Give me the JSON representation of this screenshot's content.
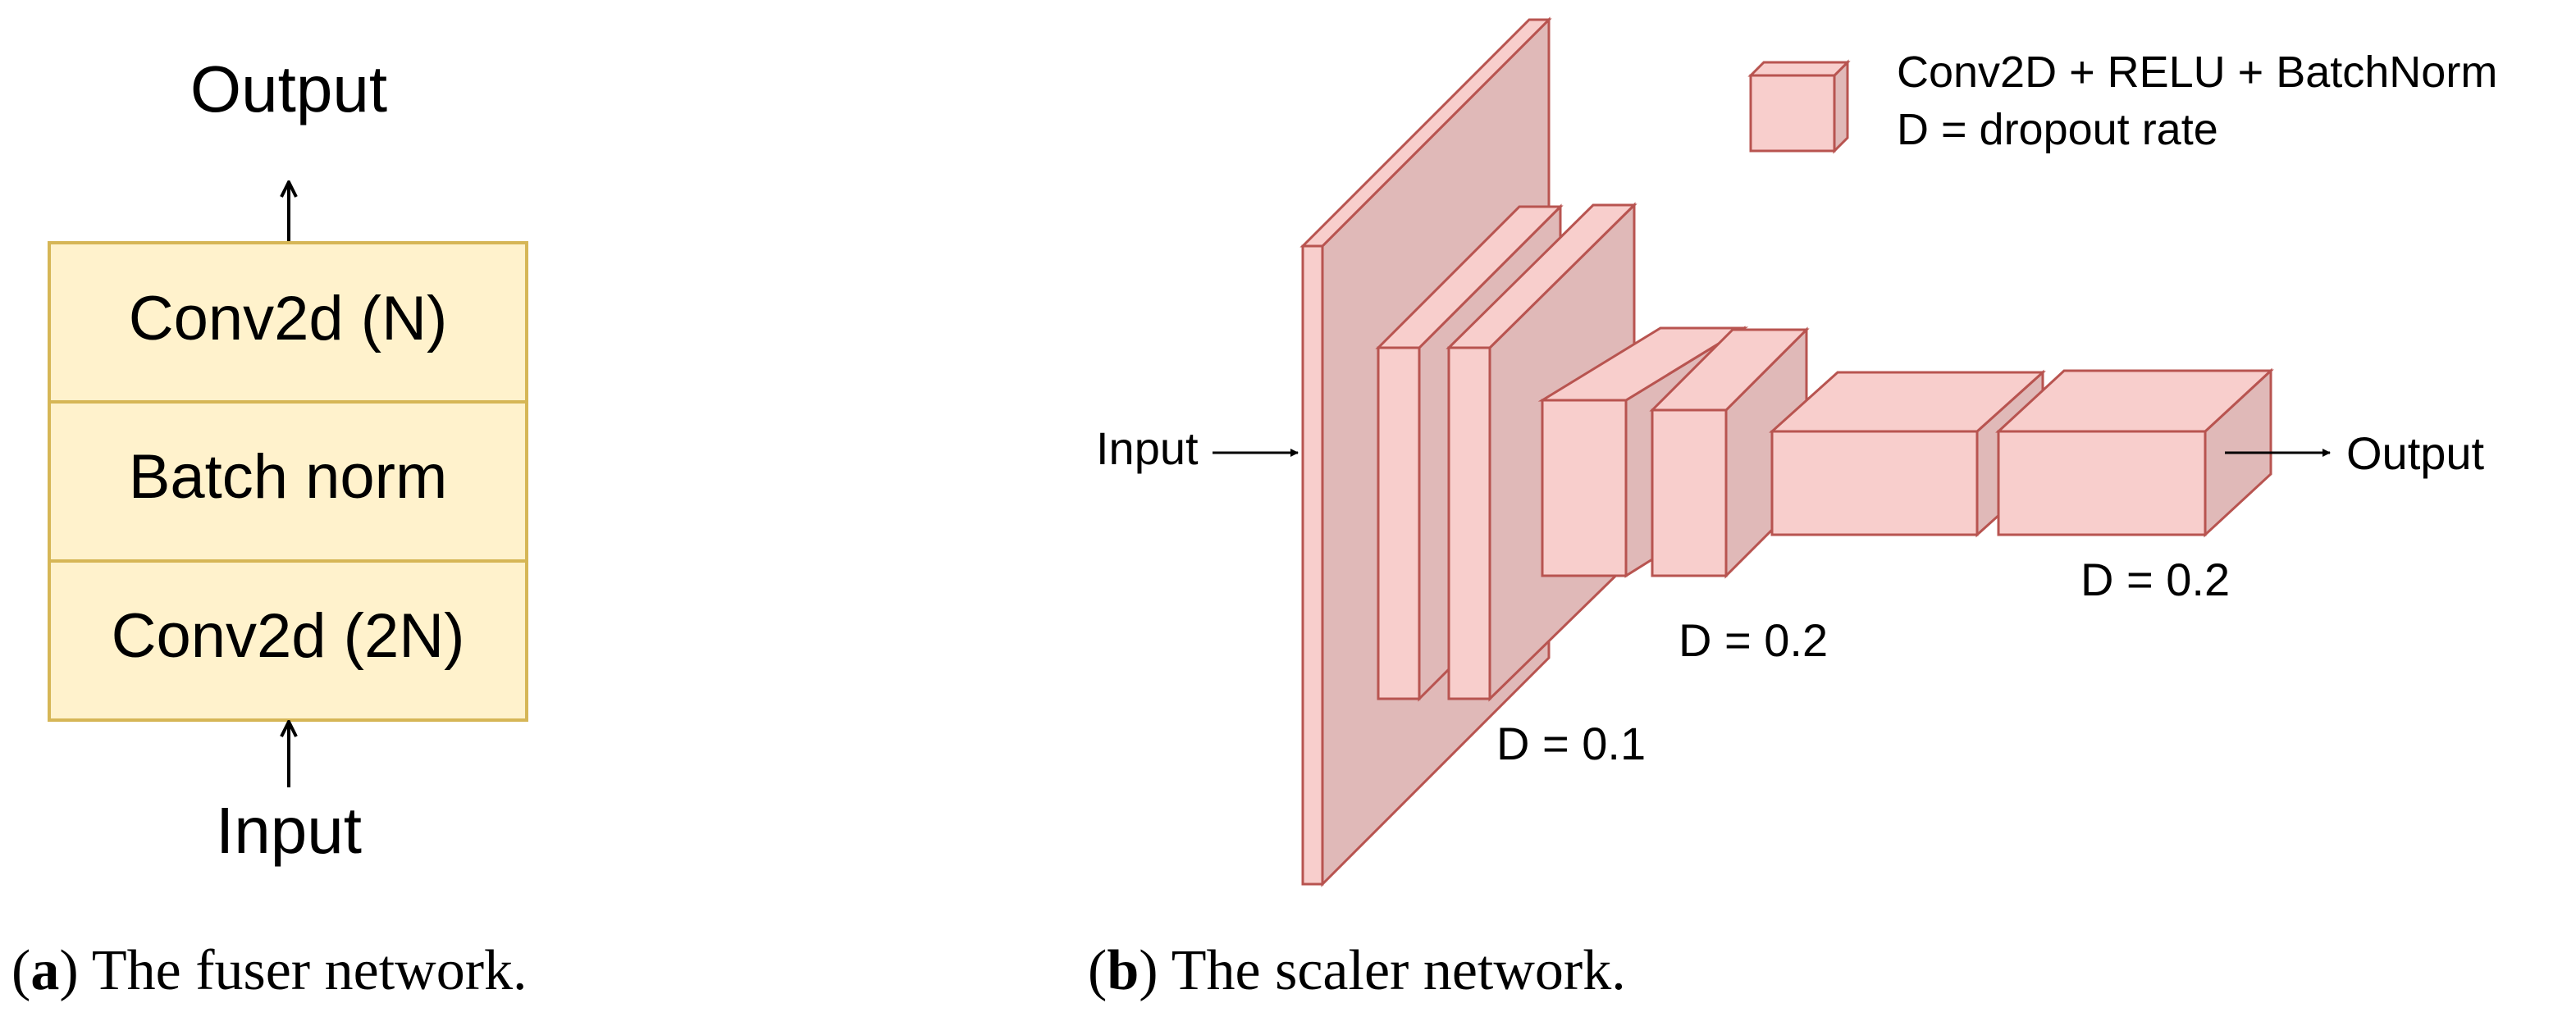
{
  "colors": {
    "fuser_fill": "#fff2cc",
    "fuser_stroke": "#d6b656",
    "block_front": "#f8cecc",
    "block_side": "#e0b9b8",
    "block_stroke": "#b85450",
    "text": "#000000"
  },
  "fuser": {
    "output_label": "Output",
    "input_label": "Input",
    "layers": [
      "Conv2d (N)",
      "Batch norm",
      "Conv2d (2N)"
    ],
    "caption_letter": "a",
    "caption_text": " The fuser network."
  },
  "scaler": {
    "input_label": "Input",
    "output_label": "Output",
    "legend_line1": "Conv2D + RELU + BatchNorm",
    "legend_line2": "D = dropout rate",
    "dropout_labels": [
      "D = 0.1",
      "D = 0.2",
      "D = 0.2"
    ],
    "caption_letter": "b",
    "caption_text": " The scaler network."
  }
}
